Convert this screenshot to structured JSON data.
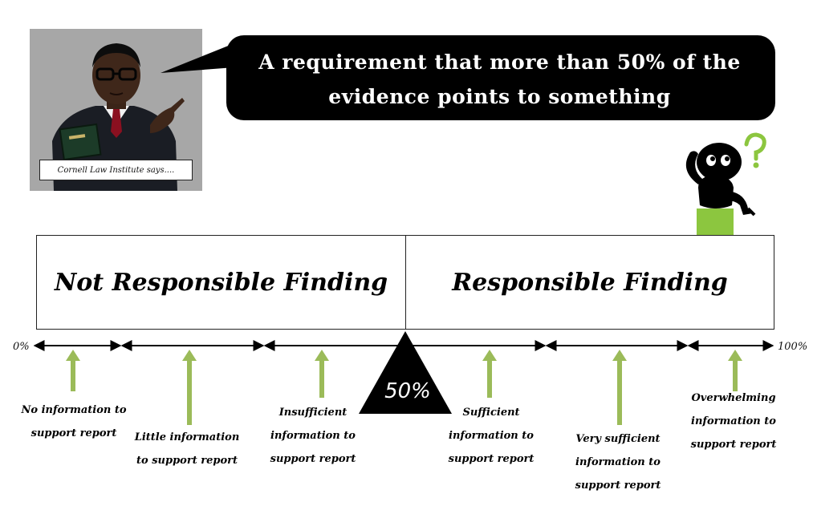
{
  "photo": {
    "caption": "Cornell Law Institute says...."
  },
  "bubble": {
    "text": "A requirement that more than 50% of the evidence points to something"
  },
  "findings": {
    "left": "Not Responsible Finding",
    "right": "Responsible Finding"
  },
  "scale": {
    "start": "0%",
    "end": "100%",
    "midpoint": "50%"
  },
  "evidence_levels": [
    "No information to support report",
    "Little information to support report",
    "Insufficient information to support report",
    "Sufficient information to support report",
    "Very sufficient information to support report",
    "Overwhelming information to support report"
  ],
  "colors": {
    "arrow_green": "#9bbb59",
    "pedestal_green": "#8cc63f",
    "question_mark": "#8cc63f",
    "bubble": "#000000"
  },
  "icons": {
    "thinker": "thinking-figure-icon",
    "question": "question-mark-icon"
  }
}
